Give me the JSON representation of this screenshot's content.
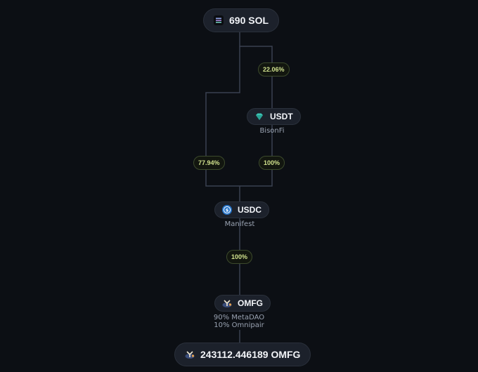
{
  "route": {
    "input": {
      "amount_label": "690 SOL",
      "icon": "solana-icon"
    },
    "branches": {
      "left_percent": "77.94%",
      "right_percent_top": "22.06%",
      "right_percent_bottom": "100%"
    },
    "hop_usdt": {
      "token": "USDT",
      "venue": "BisonFi",
      "icon": "usdt-gem-icon"
    },
    "hop_usdc": {
      "token": "USDC",
      "venue": "Manifest",
      "icon": "usdc-icon"
    },
    "percent_usdc_to_omfg": "100%",
    "hop_omfg": {
      "token": "OMFG",
      "venues": [
        "90% MetaDAO",
        "10% Omnipair"
      ],
      "icon": "omfg-icon"
    },
    "output": {
      "amount_label": "243112.446189 OMFG",
      "icon": "omfg-icon"
    }
  },
  "colors": {
    "background": "#0c0f14",
    "pill_bg": "#1c212b",
    "connector": "#3a4150",
    "percent_text": "#cfe08c",
    "usdc_blue": "#2775ca",
    "usdt_teal": "#3cc7b6"
  }
}
